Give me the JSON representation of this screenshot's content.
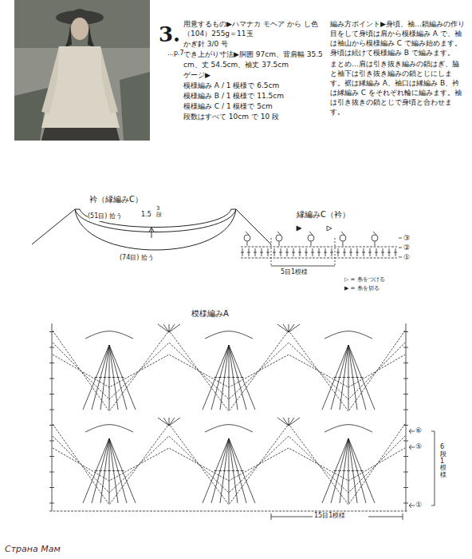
{
  "diagram": {
    "labels": [
      "3.",
      "…p.7",
      "用意するもの▶ハマナカ モヘア から し色（104）255g＝11玉",
      "かぎ針 3/0 号",
      "でき上がり寸法▶胴囲 97cm、背肩幅 35.5cm、丈 54.5cm、袖丈 37.5cm",
      "ゲージ▶",
      "模様編み A / 1 模様で 6.5cm",
      "模様編み B / 1 模様で 11.5cm",
      "模様編み C / 1 模様で 5cm",
      "段数はすべて 10cm で 10 段",
      "編み方ポイント▶身頃、袖…鎖編みの作り目をして身頃は肩から模様編み A で、袖は袖山から模様編み C で編み始めます。身頃は続けて模様編み B で編みます。",
      "まとめ…肩は引き抜き編みの鎖はぎ、脇と袖下は引き抜き編みの鎖とじにします。裾は縁編み A、袖口は縁編み B、衿は縁編み C をそれぞれ輪に編みます。袖は引き抜きの鎖とじで身頃と合わせます。",
      "衿（縁編みC）",
      "(51目) 拾う",
      "1.5",
      "3段",
      "(74目) 拾う",
      "縁編みC（衿）",
      "③",
      "②",
      "①",
      "5目1模様",
      "▷ = 糸をつける",
      "▶ = 糸を切る",
      "模様編みA",
      "⑥",
      "⑤",
      "①",
      "6段1模様",
      "15目1模様",
      "Страна Мам"
    ]
  }
}
